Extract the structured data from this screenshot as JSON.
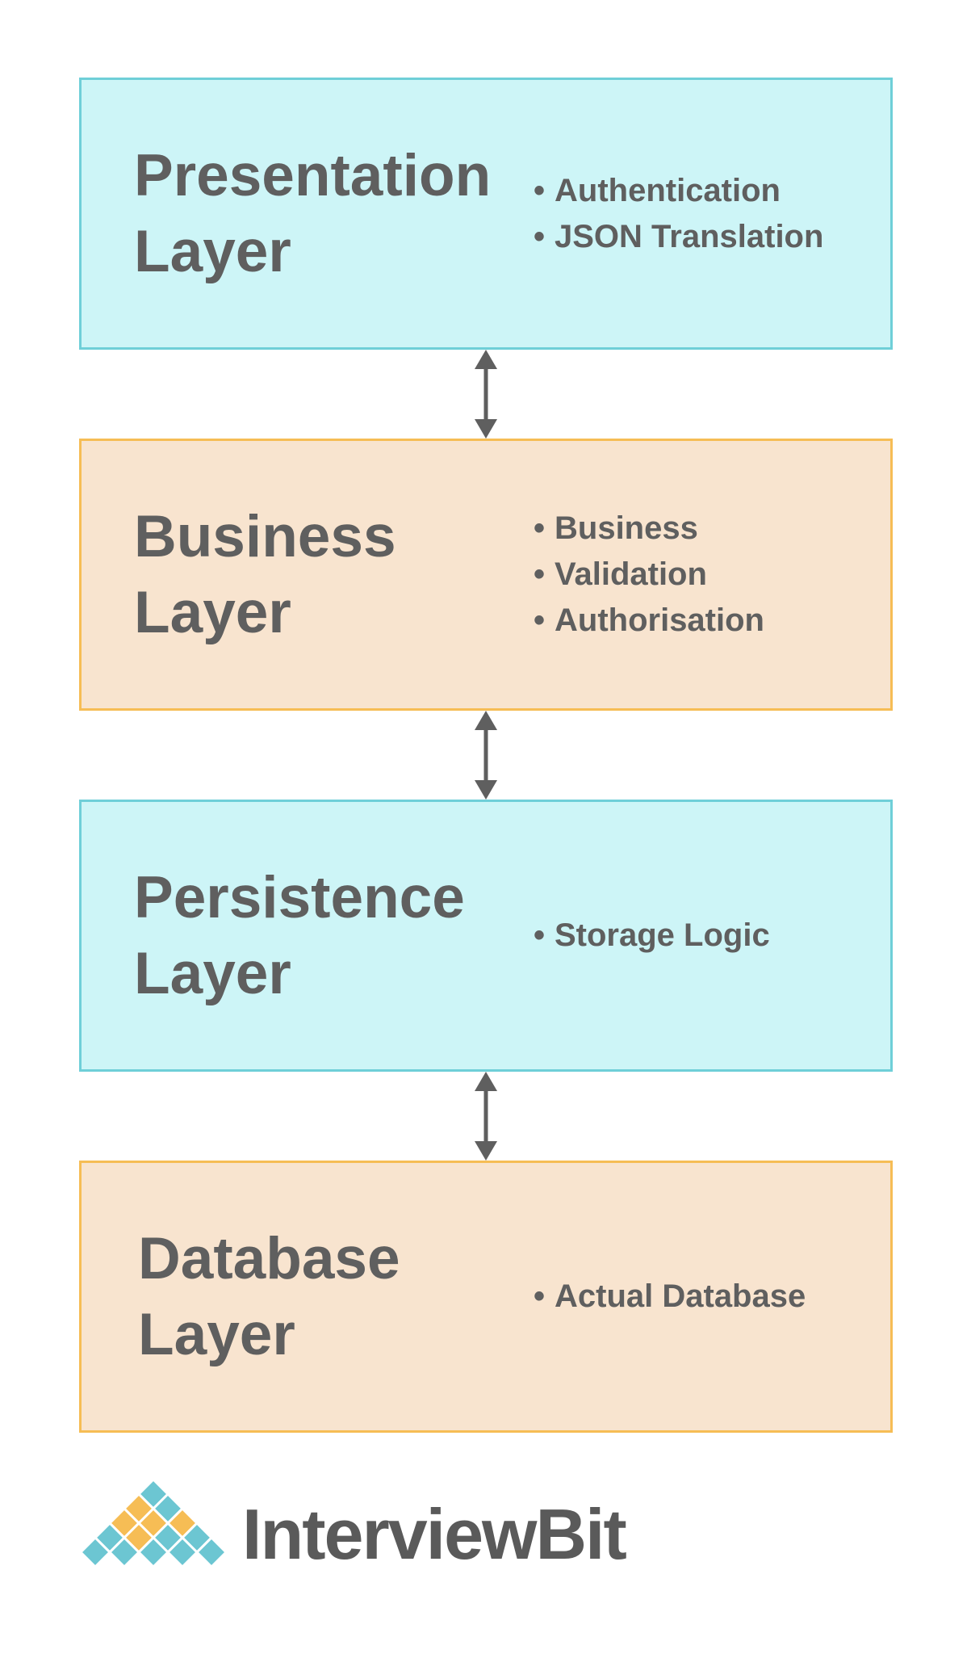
{
  "layers": [
    {
      "title_line1": "Presentation",
      "title_line2": "Layer",
      "items": [
        "Authentication",
        "JSON Translation"
      ]
    },
    {
      "title_line1": "Business",
      "title_line2": "Layer",
      "items": [
        "Business",
        "Validation",
        "Authorisation"
      ]
    },
    {
      "title_line1": "Persistence",
      "title_line2": "Layer",
      "items": [
        "Storage Logic"
      ]
    },
    {
      "title_line1": "Database",
      "title_line2": "Layer",
      "items": [
        "Actual Database"
      ]
    }
  ],
  "logo": {
    "text": "InterviewBit",
    "icon": "interviewbit-diamond-logo-icon"
  },
  "colors": {
    "cool_fill": "#cdf5f7",
    "cool_border": "#6fcfd8",
    "warm_fill": "#f8e4cf",
    "warm_border": "#f6bd55",
    "text": "#5f5f5f",
    "arrow": "#5f5f5f",
    "logo_teal": "#6cc6d2",
    "logo_orange": "#f6bd55"
  }
}
